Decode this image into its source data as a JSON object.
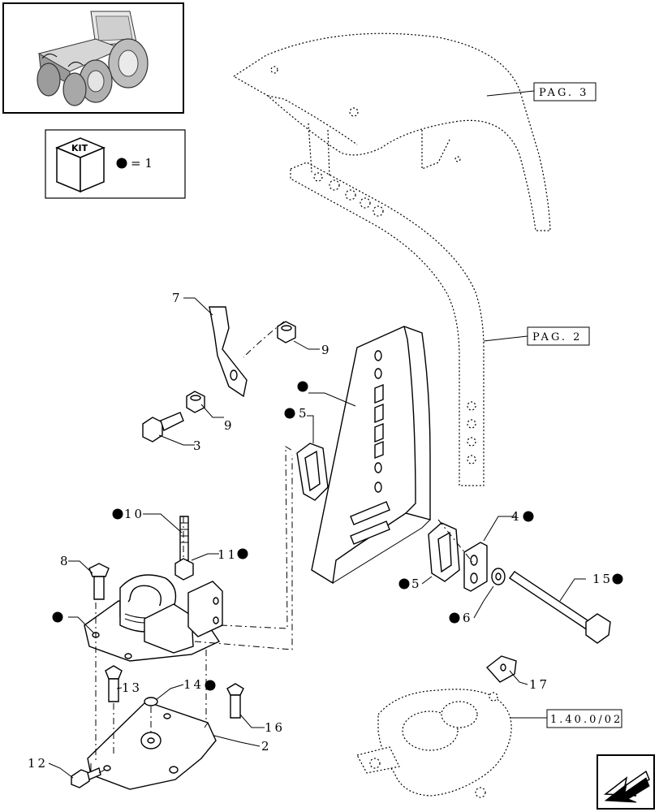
{
  "kit": {
    "badge": "KIT",
    "legend_value": "= 1"
  },
  "references": {
    "pag3": "PAG. 3",
    "pag2": "PAG. 2",
    "group": "1.40.0/02"
  },
  "labels": {
    "p2": "2",
    "p3": "3",
    "p4": "4",
    "p5a": "5",
    "p5b": "5",
    "p6": "6",
    "p7": "7",
    "p8": "8",
    "p9a": "9",
    "p9b": "9",
    "p10": "10",
    "p11": "11",
    "p12": "12",
    "p13": "13",
    "p14": "14",
    "p15": "15",
    "p16": "16",
    "p17": "17"
  },
  "colors": {
    "ink": "#000000",
    "paper": "#ffffff"
  },
  "icons": {
    "tractor": "tractor-thumbnail-icon",
    "kit_cube": "kit-cube-icon",
    "kit_dot": "filled-dot-icon",
    "navigation": "navigation-arrow-icon"
  }
}
